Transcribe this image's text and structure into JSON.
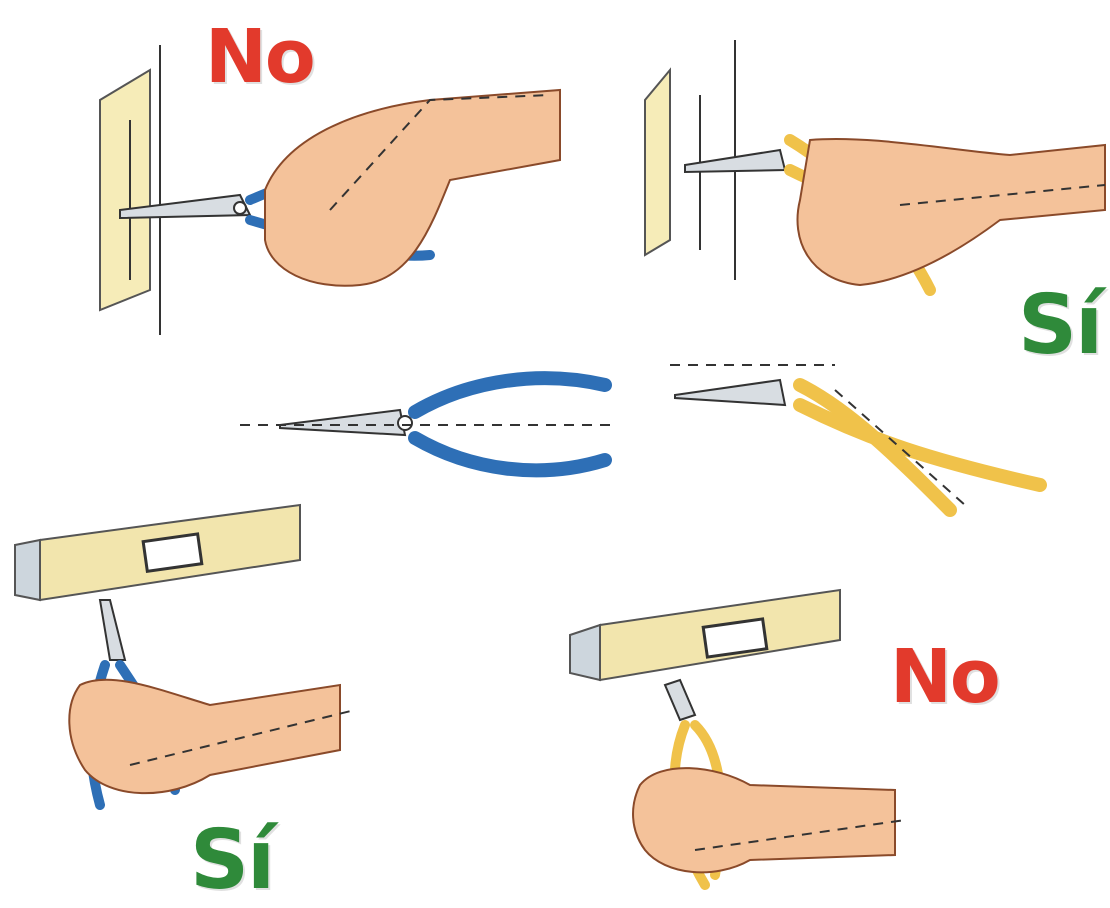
{
  "labels": {
    "top_left": "No",
    "top_right": "Sí",
    "bottom_left": "Sí",
    "bottom_right": "No"
  },
  "colors": {
    "no": "#e23a2c",
    "si": "#2f8a3a",
    "plier_blue": "#2e6fb6",
    "plier_yellow": "#f0c24a",
    "skin": "#f4c29a",
    "wood": "#f2e5ad"
  }
}
